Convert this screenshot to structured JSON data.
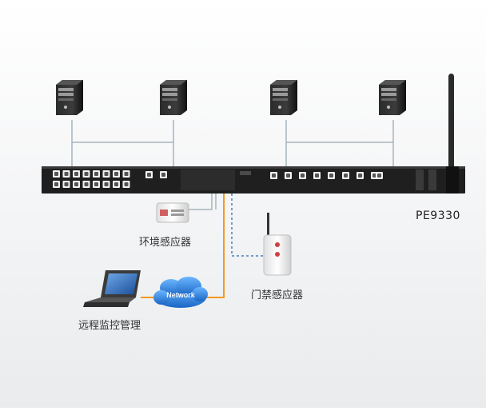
{
  "model_label": "PE9330",
  "labels": {
    "env_sensor": "环境感应器",
    "door_sensor": "门禁感应器",
    "remote_monitor": "远程监控管理",
    "network": "Network"
  },
  "colors": {
    "pdu_body": "#1f1f1f",
    "gray_line": "#a7b4be",
    "orange_line": "#f39a1e",
    "blue_dashed": "#4a7fc1",
    "cloud": "#2b7fd6"
  }
}
